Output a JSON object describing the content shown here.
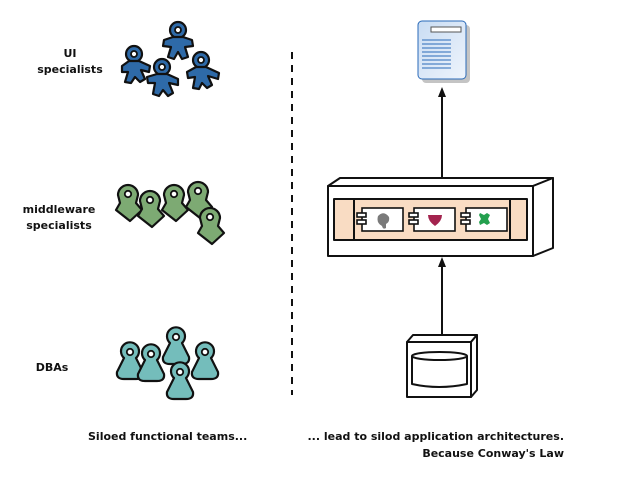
{
  "left": {
    "groups": [
      {
        "label_line1": "UI",
        "label_line2": "specialists",
        "color": "#2e6aa8"
      },
      {
        "label_line1": "middleware",
        "label_line2": "specialists",
        "color": "#7daa73"
      },
      {
        "label_line1": "DBAs",
        "label_line2": "",
        "color": "#74bdbb"
      }
    ],
    "caption": "Siloed functional teams..."
  },
  "right": {
    "caption_line1": "... lead to silod application architectures.",
    "caption_line2": "Because Conway's Law",
    "component_colors": {
      "gray": "#7a7a7a",
      "heart": "#a3234e",
      "cross": "#23a04e"
    },
    "server_fill": "#f9dcc3",
    "document_fill": "#dbe8f7",
    "document_line": "#2a6ab8"
  }
}
